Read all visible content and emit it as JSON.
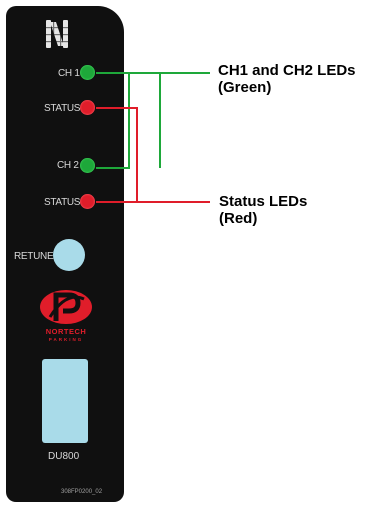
{
  "device": {
    "ch1_label": "CH 1",
    "status1_label": "STATUS",
    "ch2_label": "CH 2",
    "status2_label": "STATUS",
    "retune_label": "RETUNE",
    "brand_name": "NORTECH",
    "brand_sub": "PARKING",
    "model": "DU800",
    "part_number": "308FP0200_02"
  },
  "callouts": {
    "green_line1": "CH1 and CH2 LEDs",
    "green_line2": "(Green)",
    "red_line1": "Status LEDs",
    "red_line2": "(Red)"
  },
  "colors": {
    "panel": "#101010",
    "led_green": "#1ea83a",
    "led_red": "#e01d2a",
    "button_light_blue": "#a9dbe9",
    "leader_green": "#1ea83a",
    "leader_red": "#e01d2a"
  }
}
